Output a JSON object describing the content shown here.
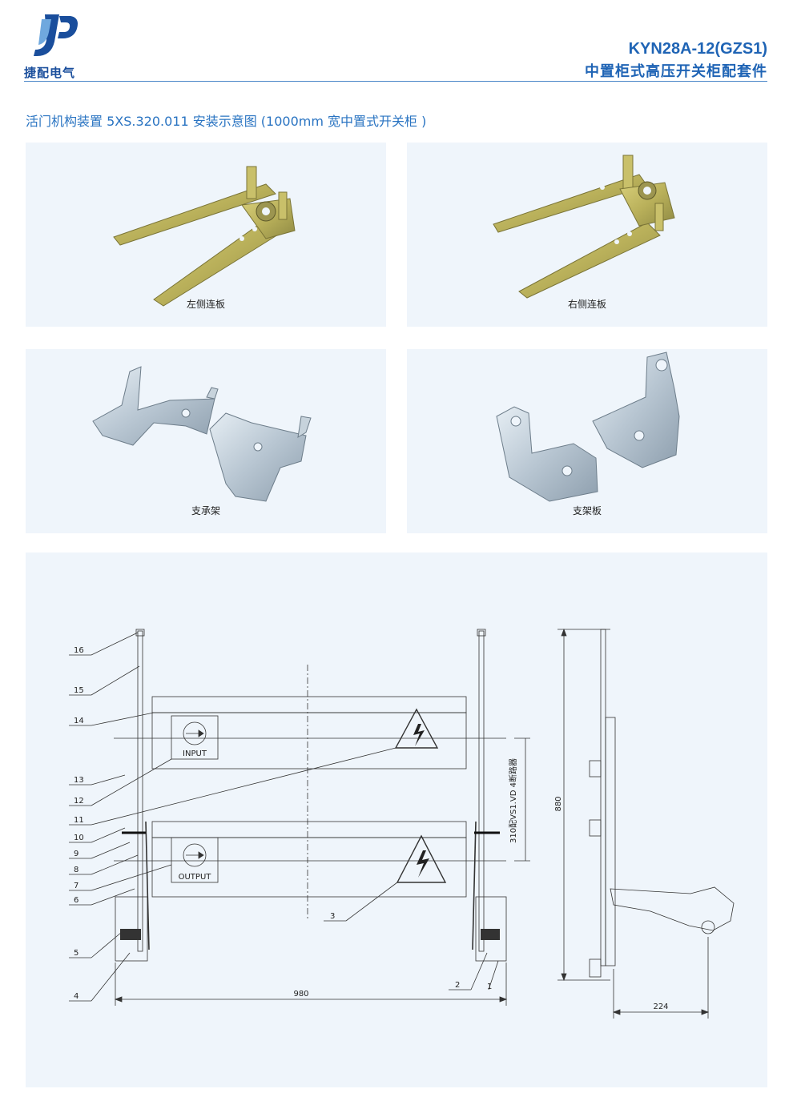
{
  "header": {
    "logo_letters": "JP",
    "brand": "捷配电气",
    "model": "KYN28A-12(GZS1)",
    "product": "中置柜式高压开关柜配套件"
  },
  "section_title": "活门机构装置 5XS.320.011 安装示意图 (1000mm 宽中置式开关柜 )",
  "photos": [
    {
      "caption": "左侧连板"
    },
    {
      "caption": "右侧连板"
    },
    {
      "caption": "支承架"
    },
    {
      "caption": "支架板"
    }
  ],
  "drawing": {
    "part_numbers": [
      "16",
      "15",
      "14",
      "13",
      "12",
      "11",
      "10",
      "9",
      "8",
      "7",
      "6",
      "5",
      "4",
      "3",
      "2",
      "1"
    ],
    "input_label": "INPUT",
    "output_label": "OUTPUT",
    "vertical_note": "310配VS1.VD 4断路器",
    "dim_width": "980",
    "dim_height": "880",
    "dim_side": "224"
  },
  "colors": {
    "accent": "#1f64b5",
    "panel_bg": "#eff5fb",
    "title_blue": "#2a74c2"
  }
}
